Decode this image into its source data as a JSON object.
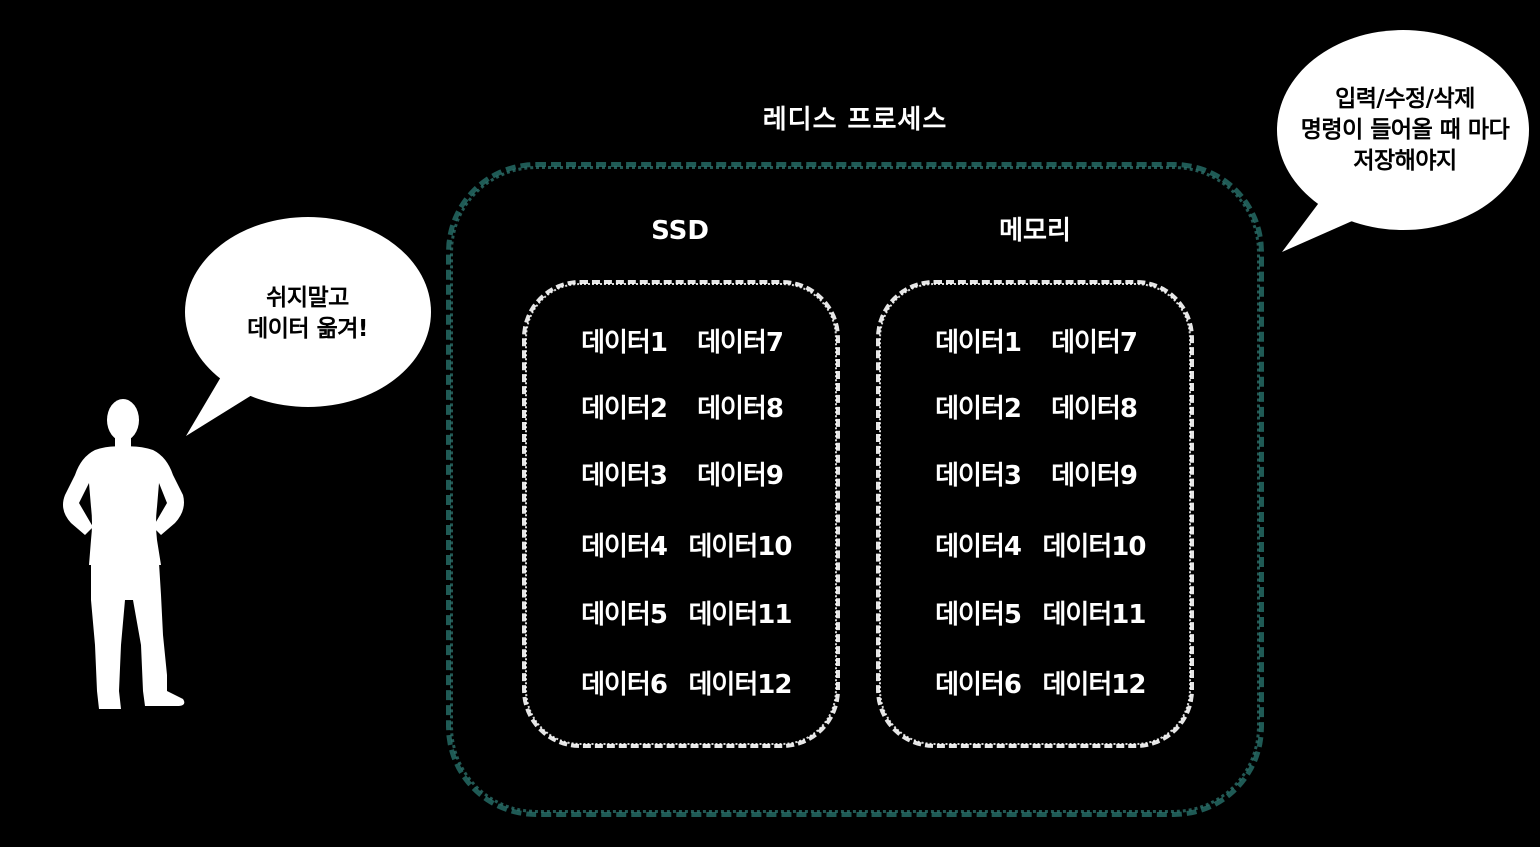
{
  "diagram": {
    "process_title": "레디스 프로세스",
    "stores": [
      {
        "title": "SSD",
        "items": [
          "데이터1",
          "데이터2",
          "데이터3",
          "데이터4",
          "데이터5",
          "데이터6",
          "데이터7",
          "데이터8",
          "데이터9",
          "데이터10",
          "데이터11",
          "데이터12"
        ]
      },
      {
        "title": "메모리",
        "items": [
          "데이터1",
          "데이터2",
          "데이터3",
          "데이터4",
          "데이터5",
          "데이터6",
          "데이터7",
          "데이터8",
          "데이터9",
          "데이터10",
          "데이터11",
          "데이터12"
        ]
      }
    ],
    "person_bubble": {
      "line1": "쉬지말고",
      "line2": "데이터 옮겨!"
    },
    "redis_bubble": {
      "line1": "입력/수정/삭제",
      "line2": "명령이 들어올 때 마다",
      "line3": "저장해야지"
    }
  },
  "colors": {
    "background": "#000000",
    "outer_border": "#1f5a55",
    "inner_border": "#e6e6e6",
    "text": "#ffffff",
    "bubble": "#ffffff"
  },
  "icons": {
    "person": "person-silhouette-icon"
  }
}
